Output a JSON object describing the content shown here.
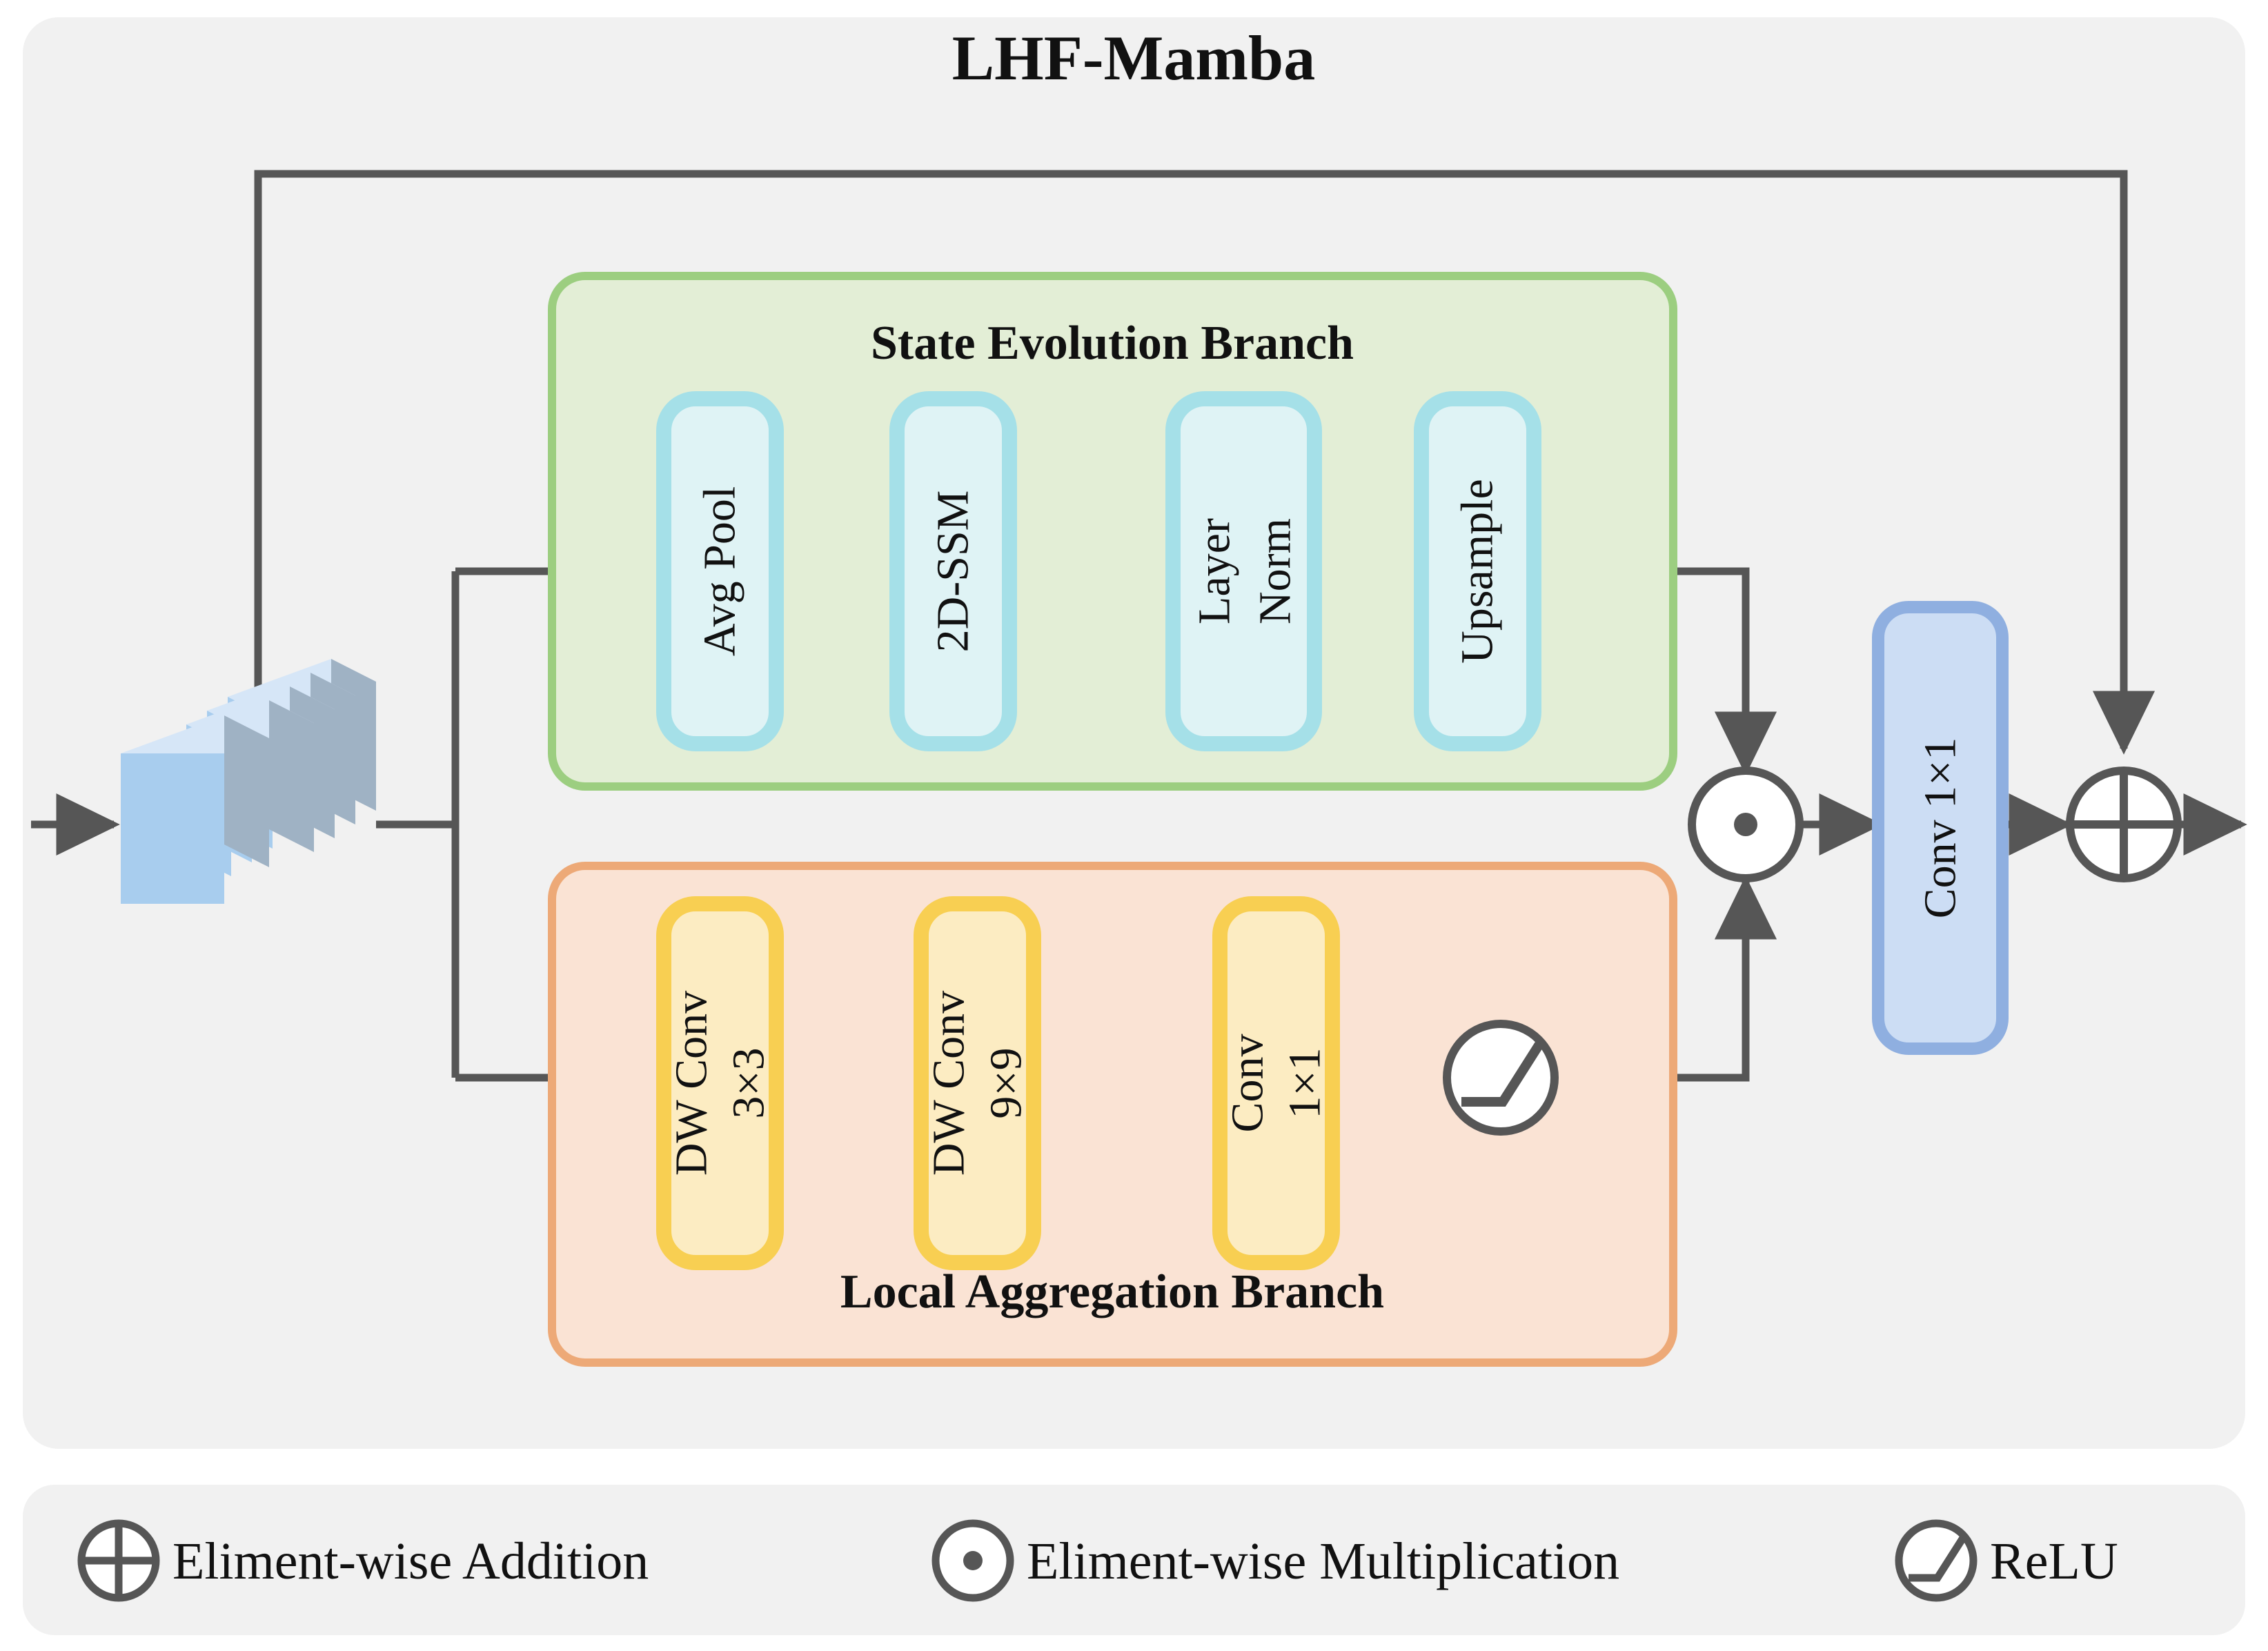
{
  "figure": {
    "title": "LHF-Mamba",
    "background": "#ffffff",
    "card_fill": "#f1f1f1",
    "line_color": "#565656"
  },
  "input": {
    "name": "feature-map-cube",
    "layers": 5,
    "fill": "#a8cdee",
    "top_fill": "#d6e6f7",
    "side_fill": "#9fb2c4"
  },
  "branches": [
    {
      "id": "state-evolution",
      "label": "State Evolution Branch",
      "label_position": "top",
      "container_fill": "#e3eed6",
      "container_stroke": "#9cce80",
      "block_fill": "#dff3f5",
      "block_stroke": "#a5e0e8",
      "blocks": [
        {
          "id": "avg-pool",
          "lines": [
            "Avg Pool"
          ]
        },
        {
          "id": "2d-ssm",
          "lines": [
            "2D-SSM"
          ]
        },
        {
          "id": "layer-norm",
          "lines": [
            "Layer",
            "Norm"
          ]
        },
        {
          "id": "upsample",
          "lines": [
            "Upsample"
          ]
        }
      ]
    },
    {
      "id": "local-aggregation",
      "label": "Local Aggregation Branch",
      "label_position": "bottom",
      "container_fill": "#fae3d4",
      "container_stroke": "#eda977",
      "block_fill": "#fcecc2",
      "block_stroke": "#f8cf52",
      "blocks": [
        {
          "id": "dw-conv-3x3",
          "lines": [
            "DW Conv",
            "3×3"
          ]
        },
        {
          "id": "dw-conv-9x9",
          "lines": [
            "DW Conv",
            "9×9"
          ]
        },
        {
          "id": "conv-1x1-la",
          "lines": [
            "Conv",
            "1×1"
          ]
        }
      ],
      "activation": {
        "id": "relu-node",
        "label": "ReLU"
      }
    }
  ],
  "output_block": {
    "id": "conv-1x1-out",
    "lines": [
      "Conv 1×1"
    ],
    "fill": "#ccddf4",
    "stroke": "#8fafe0"
  },
  "operators": {
    "multiply": {
      "id": "multiply-node",
      "glyph": "⊙"
    },
    "add": {
      "id": "add-node",
      "glyph": "⊕"
    }
  },
  "legend": {
    "items": [
      {
        "icon": "circle-plus-icon",
        "label": "Eliment-wise Addition"
      },
      {
        "icon": "circle-dot-icon",
        "label": "Eliment-wise Multiplication"
      },
      {
        "icon": "circle-relu-icon",
        "label": "ReLU"
      }
    ]
  }
}
